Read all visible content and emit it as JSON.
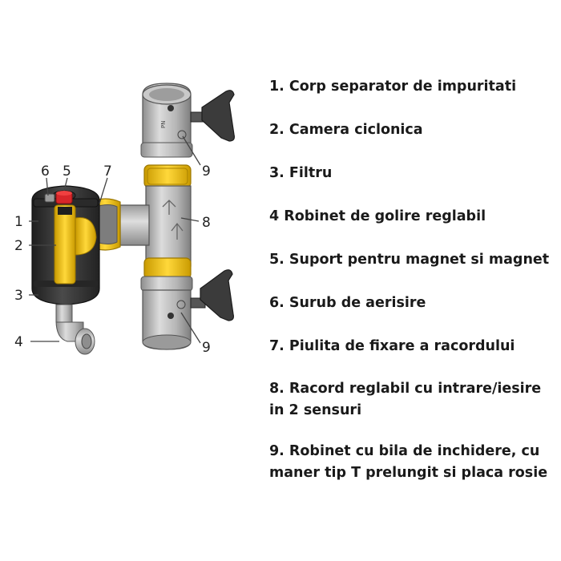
{
  "colors": {
    "body_dark": "#2f2f2f",
    "yellow": "#f2c418",
    "metal": "#b9b9b9",
    "handle": "#3a3a3a",
    "cap_red": "#d8262a",
    "leader": "#444444"
  },
  "callouts": {
    "c1": "1",
    "c2": "2",
    "c3": "3",
    "c4": "4",
    "c5": "5",
    "c6": "6",
    "c7": "7",
    "c8": "8",
    "c9_top": "9",
    "c9_bottom": "9"
  },
  "legend": [
    "1. Corp separator de impuritati",
    "2. Camera ciclonica",
    "3. Filtru",
    "4 Robinet de golire reglabil",
    "5. Suport pentru magnet si magnet",
    "6. Surub de aerisire",
    "7. Piulita de fixare a racordului",
    "8. Racord reglabil cu intrare/iesire in 2 sensuri",
    "9. Robinet cu bila de inchidere, cu maner tip T prelungit si placa rosie"
  ]
}
